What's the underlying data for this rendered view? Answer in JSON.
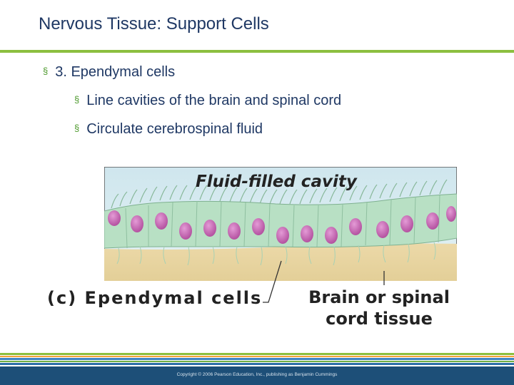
{
  "slide": {
    "title": "Nervous Tissue: Support Cells",
    "bullets": [
      {
        "marker": "§",
        "text": "3.  Ependymal cells"
      },
      {
        "marker": "§",
        "text": "Line cavities of the brain and spinal cord"
      },
      {
        "marker": "§",
        "text": "Circulate cerebrospinal fluid"
      }
    ]
  },
  "figure": {
    "label_cavity": "Fluid-filled  cavity",
    "label_ependymal": "(c)  Ependymal cells",
    "label_brain_line1": "Brain or spinal",
    "label_brain_line2": "cord tissue"
  },
  "footer": {
    "copyright": "Copyright © 2006 Pearson Education, Inc., publishing as Benjamin Cummings"
  },
  "colors": {
    "title": "#1f3864",
    "accent_green": "#8cbf3f",
    "footer_blue": "#1d4f78"
  }
}
